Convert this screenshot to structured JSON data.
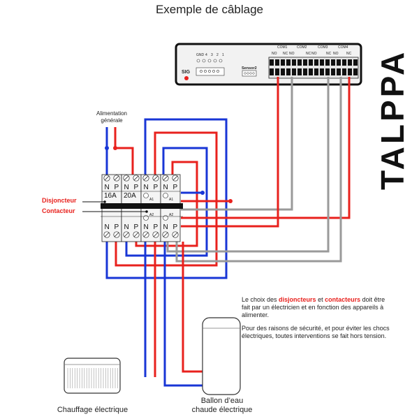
{
  "title": "Exemple de câblage",
  "brand": "TALPPA",
  "controller": {
    "gnd_header": [
      "GND",
      "4",
      "3",
      "2",
      "1"
    ],
    "sig_label": "SIG",
    "sensor_label": "Sensor2",
    "com_groups": [
      {
        "name": "COM1",
        "nc": "NC",
        "no": "NO"
      },
      {
        "name": "COM2",
        "nc": "NC",
        "no": "NO"
      },
      {
        "name": "COM3",
        "nc": "NC",
        "no": "NO"
      },
      {
        "name": "COM4",
        "nc": "NC",
        "no": "NO"
      }
    ],
    "top_row": [
      "NO",
      "NC",
      "NO",
      "NC",
      "NO",
      "NC",
      "NO",
      "NC"
    ]
  },
  "power_supply_label": "Alimentation générale",
  "breakers": [
    {
      "terms_top": [
        "N",
        "P"
      ],
      "rating": "16A",
      "terms_bottom": [
        "N",
        "P"
      ]
    },
    {
      "terms_top": [
        "N",
        "P"
      ],
      "rating": "20A",
      "terms_bottom": [
        "N",
        "P"
      ]
    }
  ],
  "contactors": [
    {
      "terms_top": [
        "N",
        "P"
      ],
      "a1": "A1",
      "a2": "A2",
      "terms_bottom": [
        "N",
        "P"
      ]
    },
    {
      "terms_top": [
        "N",
        "P"
      ],
      "a1": "A1",
      "a2": "A2",
      "terms_bottom": [
        "N",
        "P"
      ]
    }
  ],
  "side_labels": {
    "breaker": "Disjoncteur",
    "contactor": "Contacteur"
  },
  "notice": {
    "p1_before": "Le choix des ",
    "p1_hl1": "disjoncteurs",
    "p1_mid": " et ",
    "p1_hl2": "contacteurs",
    "p1_after": " doit être fait par un électricien et en fonction des appareils à alimenter.",
    "p2": "Pour des raisons de sécurité, et pour éviter les chocs électriques, toutes interventions se fait hors tension."
  },
  "devices": {
    "heater": "Chauffage électrique",
    "boiler_line1": "Ballon d’eau",
    "boiler_line2": "chaude électrique"
  },
  "colors": {
    "live": "#e8211d",
    "neutral": "#1836d6",
    "signal": "#9a9a9a",
    "brand": "#111111"
  }
}
